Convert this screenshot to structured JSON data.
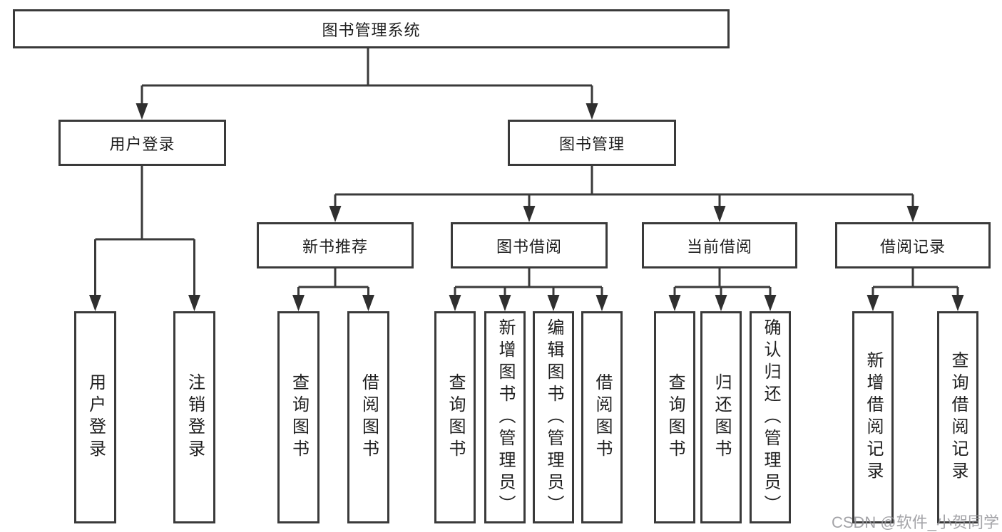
{
  "diagram": {
    "title": "图书管理系统",
    "root": {
      "label": "图书管理系统"
    },
    "level2": [
      {
        "id": "user-login",
        "label": "用户登录"
      },
      {
        "id": "book-management",
        "label": "图书管理"
      }
    ],
    "level3": [
      {
        "id": "new-book-recommend",
        "label": "新书推荐"
      },
      {
        "id": "book-borrow",
        "label": "图书借阅"
      },
      {
        "id": "current-borrow",
        "label": "当前借阅"
      },
      {
        "id": "borrow-records",
        "label": "借阅记录"
      }
    ],
    "user_login_children": [
      {
        "label": "用户登录"
      },
      {
        "label": "注销登录"
      }
    ],
    "new_book_children": [
      {
        "label": "查询图书"
      },
      {
        "label": "借阅图书"
      }
    ],
    "book_borrow_children": [
      {
        "label": "查询图书"
      },
      {
        "label": "新增图书（管理员）"
      },
      {
        "label": "编辑图书（管理员）"
      },
      {
        "label": "借阅图书"
      }
    ],
    "current_borrow_children": [
      {
        "label": "查询图书"
      },
      {
        "label": "归还图书"
      },
      {
        "label": "确认归还（管理员）"
      }
    ],
    "borrow_record_children": [
      {
        "label": "新增借阅记录"
      },
      {
        "label": "查询借阅记录"
      }
    ]
  },
  "watermark": {
    "text": "CSDN @软件_小贺同学"
  },
  "colors": {
    "line": "#3a3a3a",
    "arrow": "#2f2f2f",
    "text": "#1f1f1f",
    "watermark": "#94949980",
    "background": "#ffffff"
  }
}
